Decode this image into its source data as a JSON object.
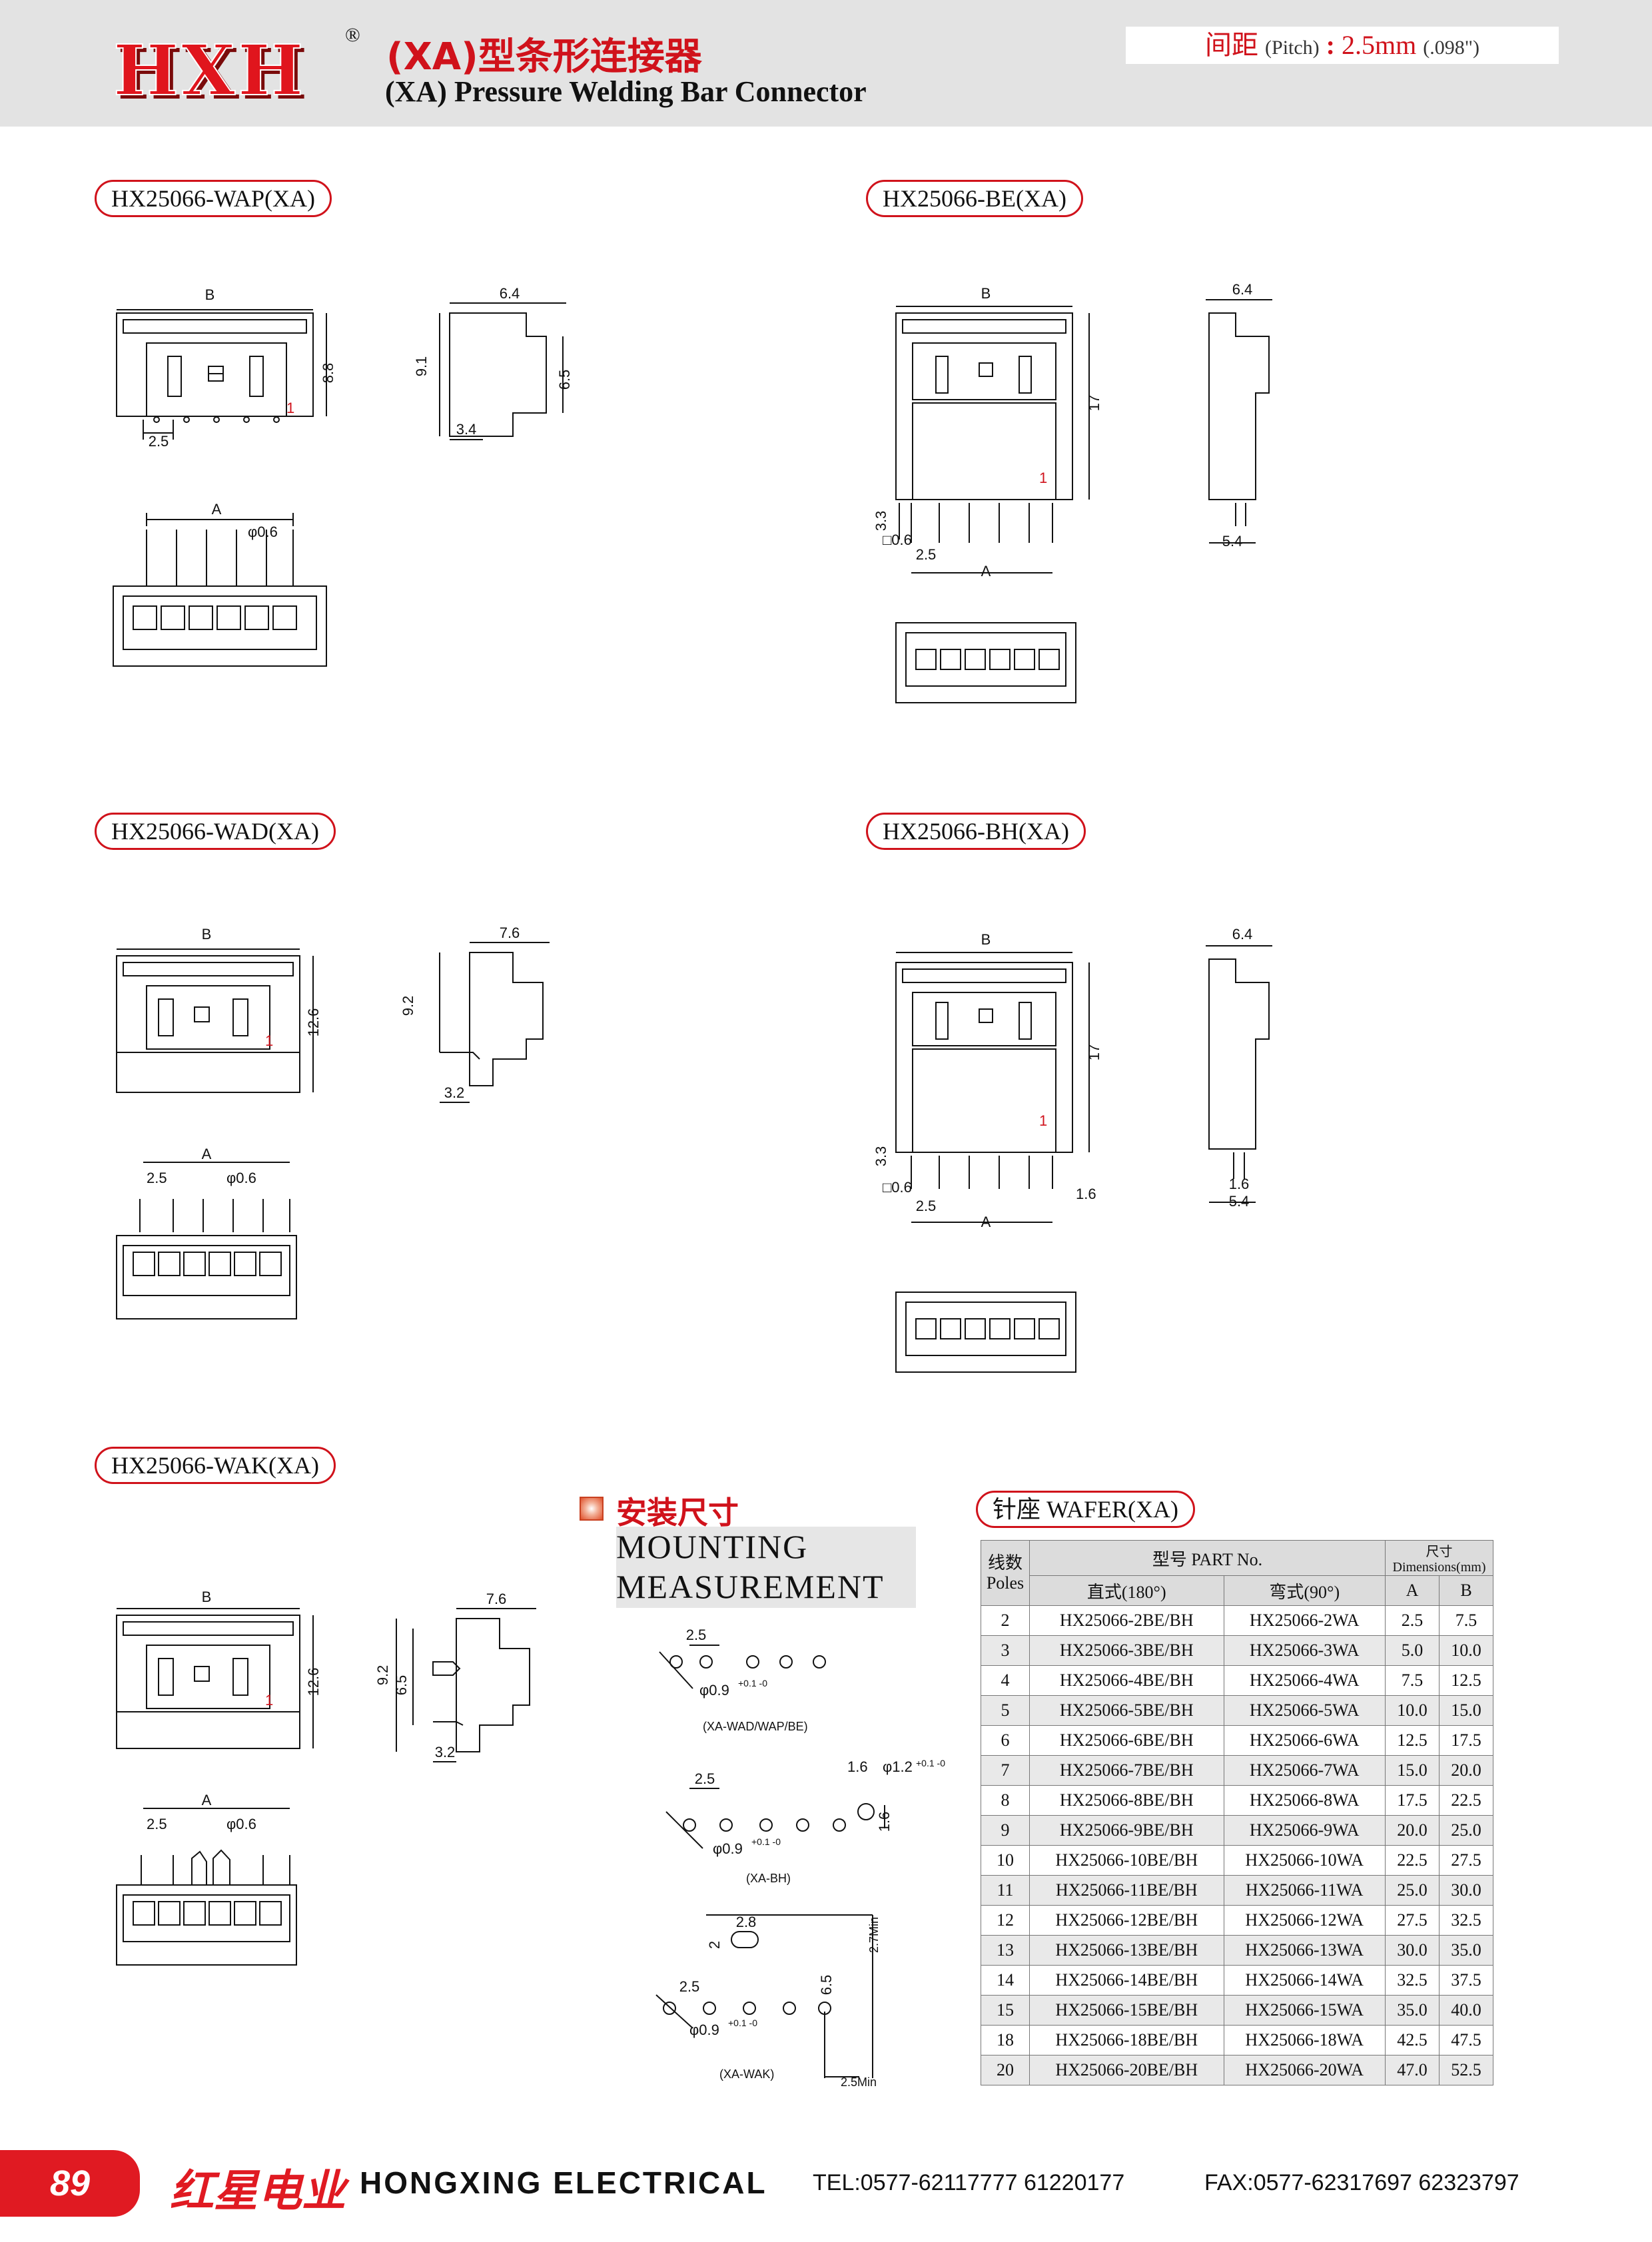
{
  "header": {
    "logo": "HXH",
    "registered": "®",
    "title_cn": "(XA)型条形连接器",
    "title_en": "(XA) Pressure Welding Bar Connector",
    "pitch_cn": "间距",
    "pitch_paren": "(Pitch)",
    "pitch_colon": ":",
    "pitch_value": "2.5mm",
    "pitch_inch": "(.098\")"
  },
  "models": {
    "wap": "HX25066-WAP(XA)",
    "be": "HX25066-BE(XA)",
    "wad": "HX25066-WAD(XA)",
    "bh": "HX25066-BH(XA)",
    "wak": "HX25066-WAK(XA)"
  },
  "dims": {
    "B": "B",
    "A": "A",
    "p1": "1",
    "wap": {
      "h": "8.8",
      "pitch": "2.5",
      "w": "6.4",
      "h2": "9.1",
      "h3": "6.5",
      "w2": "3.4",
      "dia": "φ0.6"
    },
    "be": {
      "h": "17",
      "h2": "3.3",
      "sq": "□0.6",
      "pitch": "2.5",
      "w": "6.4",
      "w2": "5.4"
    },
    "wad": {
      "h": "12.6",
      "w": "7.6",
      "h2": "9.2",
      "w2": "3.2",
      "pitch": "2.5",
      "dia": "φ0.6"
    },
    "bh": {
      "h": "17",
      "h2": "3.3",
      "sq": "□0.6",
      "pitch": "2.5",
      "p2": "1.6",
      "w": "6.4",
      "w2": "1.6",
      "w3": "5.4"
    },
    "wak": {
      "h": "12.6",
      "w": "7.6",
      "h2": "9.2",
      "h3": "6.5",
      "w2": "3.2",
      "pitch": "2.5",
      "dia": "φ0.6"
    }
  },
  "mounting": {
    "title_cn": "安装尺寸",
    "title_en_1": "MOUNTING",
    "title_en_2": "MEASUREMENT",
    "a_pitch": "2.5",
    "a_hole": "φ0.9",
    "a_tol": "+0.1 -0",
    "a_caption": "(XA-WAD/WAP/BE)",
    "b_pitch": "2.5",
    "b_hole": "φ0.9",
    "b_tol": "+0.1 -0",
    "b_big": "φ1.2",
    "b_big_tol": "+0.1 -0",
    "b_d1": "1.6",
    "b_d2": "1.6",
    "b_caption": "(XA-BH)",
    "c_slot": "2.8",
    "c_h": "2",
    "c_min1": "2.7Min",
    "c_pitch": "2.5",
    "c_hole": "φ0.9",
    "c_tol": "+0.1 -0",
    "c_h2": "6.5",
    "c_min2": "2.5Min",
    "c_caption": "(XA-WAK)"
  },
  "wafer": {
    "tag": "针座 WAFER(XA)",
    "h_poles_cn": "线数",
    "h_poles_en": "Poles",
    "h_part": "型号 PART No.",
    "h_dim": "尺寸Dimensions(mm)",
    "h_straight": "直式(180°)",
    "h_bent": "弯式(90°)",
    "h_a": "A",
    "h_b": "B",
    "rows": [
      [
        "2",
        "HX25066-2BE/BH",
        "HX25066-2WA",
        "2.5",
        "7.5"
      ],
      [
        "3",
        "HX25066-3BE/BH",
        "HX25066-3WA",
        "5.0",
        "10.0"
      ],
      [
        "4",
        "HX25066-4BE/BH",
        "HX25066-4WA",
        "7.5",
        "12.5"
      ],
      [
        "5",
        "HX25066-5BE/BH",
        "HX25066-5WA",
        "10.0",
        "15.0"
      ],
      [
        "6",
        "HX25066-6BE/BH",
        "HX25066-6WA",
        "12.5",
        "17.5"
      ],
      [
        "7",
        "HX25066-7BE/BH",
        "HX25066-7WA",
        "15.0",
        "20.0"
      ],
      [
        "8",
        "HX25066-8BE/BH",
        "HX25066-8WA",
        "17.5",
        "22.5"
      ],
      [
        "9",
        "HX25066-9BE/BH",
        "HX25066-9WA",
        "20.0",
        "25.0"
      ],
      [
        "10",
        "HX25066-10BE/BH",
        "HX25066-10WA",
        "22.5",
        "27.5"
      ],
      [
        "11",
        "HX25066-11BE/BH",
        "HX25066-11WA",
        "25.0",
        "30.0"
      ],
      [
        "12",
        "HX25066-12BE/BH",
        "HX25066-12WA",
        "27.5",
        "32.5"
      ],
      [
        "13",
        "HX25066-13BE/BH",
        "HX25066-13WA",
        "30.0",
        "35.0"
      ],
      [
        "14",
        "HX25066-14BE/BH",
        "HX25066-14WA",
        "32.5",
        "37.5"
      ],
      [
        "15",
        "HX25066-15BE/BH",
        "HX25066-15WA",
        "35.0",
        "40.0"
      ],
      [
        "18",
        "HX25066-18BE/BH",
        "HX25066-18WA",
        "42.5",
        "47.5"
      ],
      [
        "20",
        "HX25066-20BE/BH",
        "HX25066-20WA",
        "47.0",
        "52.5"
      ]
    ]
  },
  "footer": {
    "page": "89",
    "company_cn": "红星电业",
    "company_en": "HONGXING ELECTRICAL",
    "tel": "TEL:0577-62117777   61220177",
    "fax": "FAX:0577-62317697   62323797"
  }
}
